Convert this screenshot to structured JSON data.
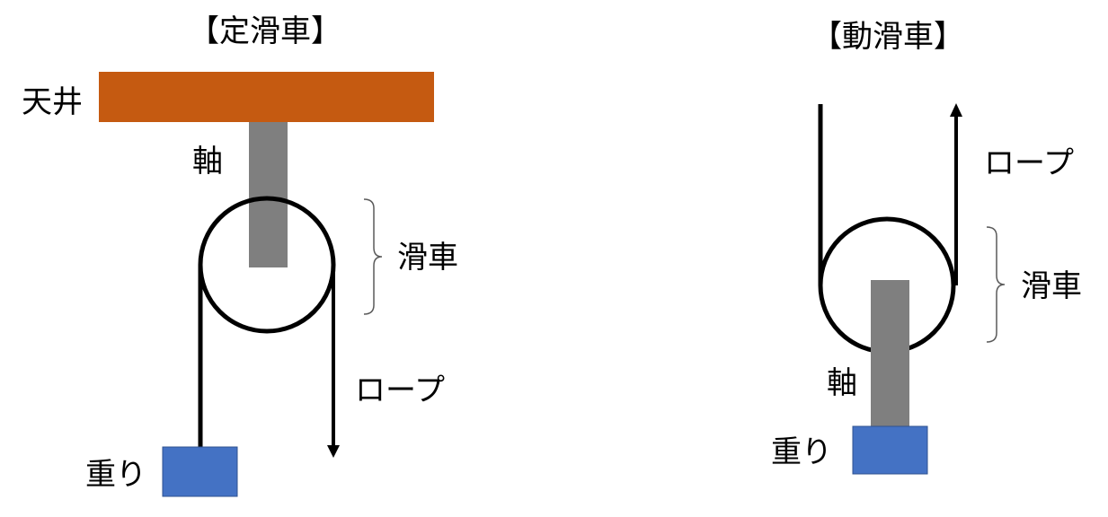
{
  "fixed_pulley": {
    "title": "【定滑車】",
    "ceiling_label": "天井",
    "axle_label": "軸",
    "pulley_label": "滑車",
    "rope_label": "ロープ",
    "weight_label": "重り"
  },
  "moving_pulley": {
    "title": "【動滑車】",
    "rope_label": "ロープ",
    "pulley_label": "滑車",
    "axle_label": "軸",
    "weight_label": "重り"
  },
  "colors": {
    "ceiling": "#c55a11",
    "axle": "#7f7f7f",
    "weight": "#4472c4",
    "rope": "#000000",
    "brace": "#5a5a5a"
  }
}
